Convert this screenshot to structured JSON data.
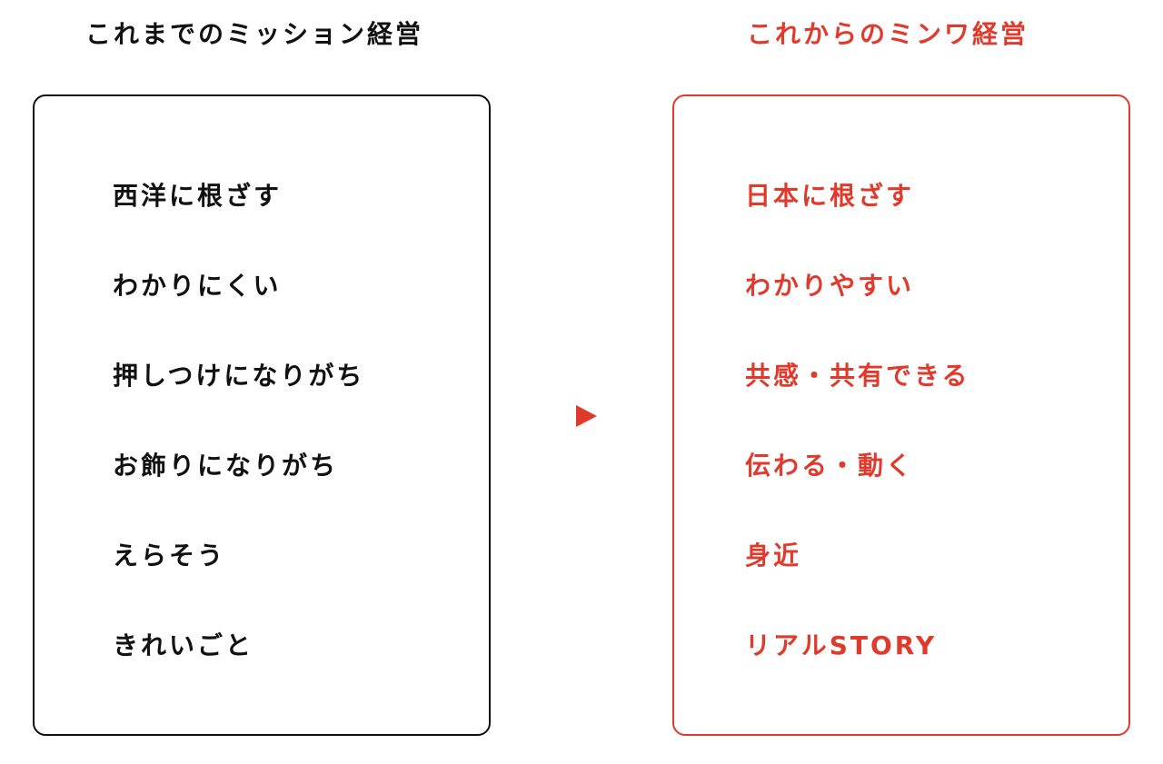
{
  "left": {
    "title": "これまでのミッション経営",
    "items": [
      "西洋に根ざす",
      "わかりにくい",
      "押しつけになりがち",
      "お飾りになりがち",
      "えらそう",
      "きれいごと"
    ]
  },
  "right": {
    "title": "これからのミンワ経営",
    "items": [
      "日本に根ざす",
      "わかりやすい",
      "共感・共有できる",
      "伝わる・動く",
      "身近",
      "リアルSTORY"
    ]
  },
  "arrow": {
    "icon": "triangle-right-icon",
    "color": "#e03a2c"
  },
  "colors": {
    "left": "#111111",
    "right": "#e03a2c"
  }
}
